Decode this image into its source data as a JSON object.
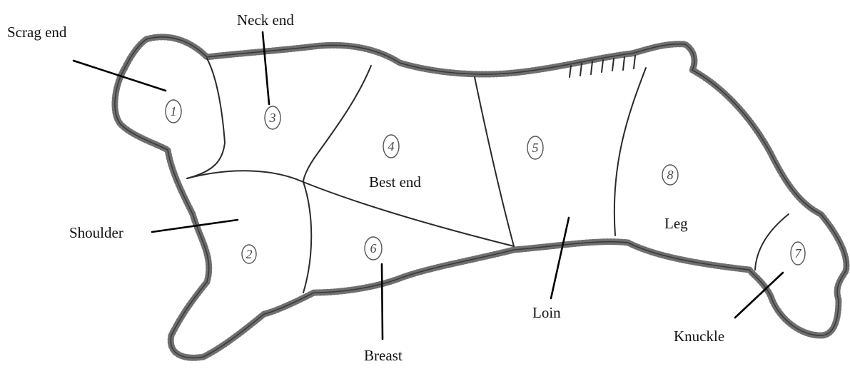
{
  "labels": {
    "scrag_end": "Scrag end",
    "neck_end": "Neck end",
    "best_end": "Best end",
    "shoulder": "Shoulder",
    "breast": "Breast",
    "loin": "Loin",
    "leg": "Leg",
    "knuckle": "Knuckle"
  },
  "cut_numbers": {
    "scrag_end": "1",
    "neck_end": "3",
    "shoulder": "2",
    "best_end": "4",
    "breast": "6",
    "loin": "5",
    "leg": "8",
    "knuckle": "7"
  }
}
